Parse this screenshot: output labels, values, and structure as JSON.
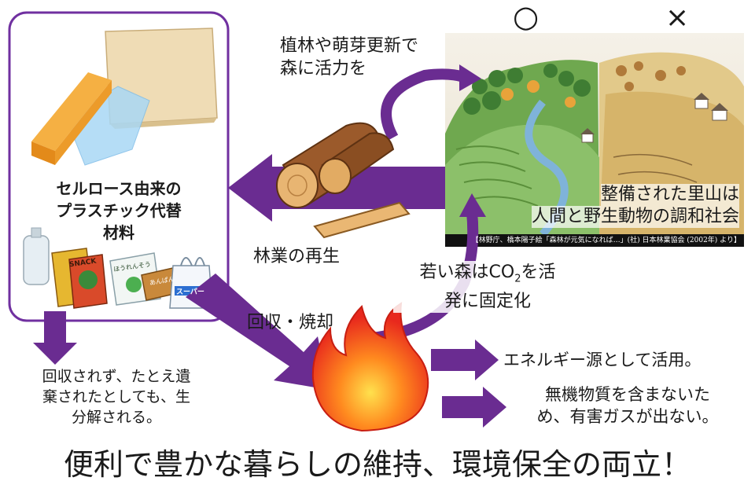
{
  "symbols": {
    "good": "○",
    "bad": "×"
  },
  "panel": {
    "title_line1": "セルロース由来の",
    "title_line2": "プラスチック代替",
    "title_line3": "材料",
    "snack_label": "SNACK",
    "bag_label": "スーパー",
    "pack_label1": "ほうれんそう",
    "pack_label2": "あんぱん"
  },
  "labels": {
    "planting_line1": "植林や萌芽更新で",
    "planting_line2": "森に活力を",
    "satoyama_line1": "整備された里山は",
    "satoyama_line2": "人間と野生動物の調和社会",
    "caption": "【林野庁、橋本陽子絵「森林が元気になれば…」(社) 日本林業協会 (2002年) より】",
    "forestry": "林業の再生",
    "co2_pre": "若い森は",
    "co2_main": "CO",
    "co2_sub": "2",
    "co2_post": "を活",
    "co2_line2": "発に固定化",
    "recycle": "回収・焼却",
    "decompose_line1": "回収されず、たとえ遺",
    "decompose_line2": "棄されたとしても、生",
    "decompose_line3": "分解される。",
    "energy": "エネルギー源として活用。",
    "inorganic_line1": "無機物質を含まないた",
    "inorganic_line2": "め、有害ガスが出ない。",
    "slogan": "便利で豊かな暮らしの維持、環境保全の両立！"
  },
  "colors": {
    "arrow": "#6a2c91",
    "panel_border": "#7030a0",
    "text": "#1a1a1a"
  }
}
